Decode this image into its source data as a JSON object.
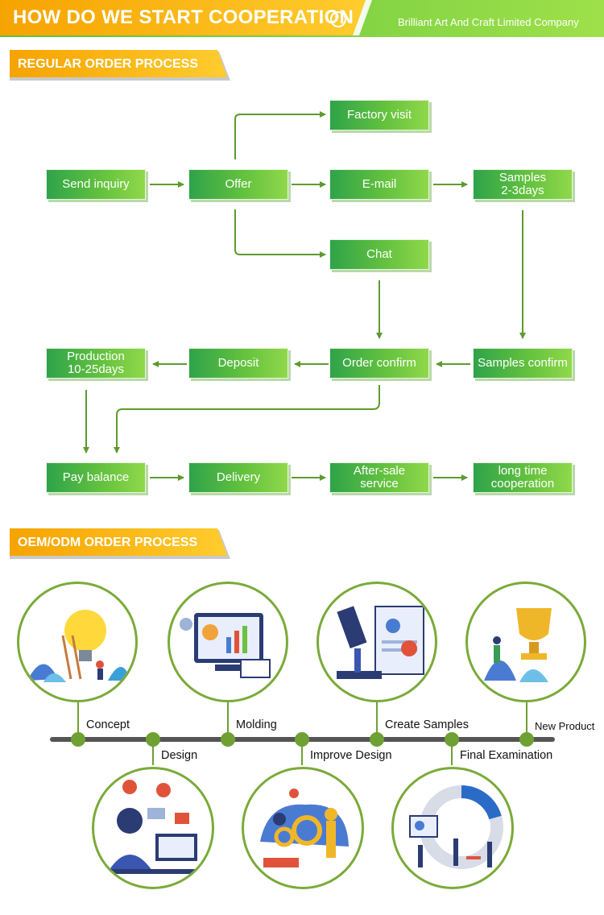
{
  "header": {
    "title": "HOW DO WE START COOPERATION",
    "company": "Brilliant Art And Craft Limited Company"
  },
  "sections": {
    "regular": "REGULAR ORDER PROCESS",
    "oem": "OEM/ODM ORDER PROCESS"
  },
  "regular_process": {
    "send_inquiry": "Send inquiry",
    "offer": "Offer",
    "factory_visit": "Factory visit",
    "email": "E-mail",
    "chat": "Chat",
    "samples": "Samples\n2-3days",
    "samples_confirm": "Samples confirm",
    "order_confirm": "Order confirm",
    "deposit": "Deposit",
    "production": "Production\n10-25days",
    "pay_balance": "Pay balance",
    "delivery": "Delivery",
    "after_sale": "After-sale\nservice",
    "long_time": "long time\ncooperation"
  },
  "oem_process": {
    "stages": [
      "Concept",
      "Design",
      "Molding",
      "Improve Design",
      "Create Samples",
      "Final Examination",
      "New Product"
    ]
  },
  "colors": {
    "header_orange": "#f5a200",
    "header_green": "#7acb3a",
    "box_green": "#4bb543",
    "arrow_green": "#5e9a2e",
    "timeline_gray": "#555555",
    "timeline_green": "#6ea033"
  }
}
